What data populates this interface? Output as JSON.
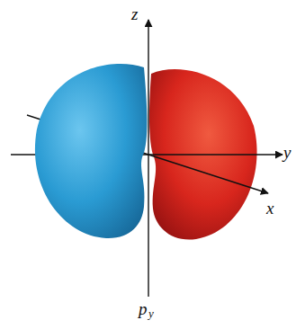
{
  "diagram": {
    "labels": [
      "z",
      "y",
      "x",
      "p",
      "y"
    ]
  }
}
